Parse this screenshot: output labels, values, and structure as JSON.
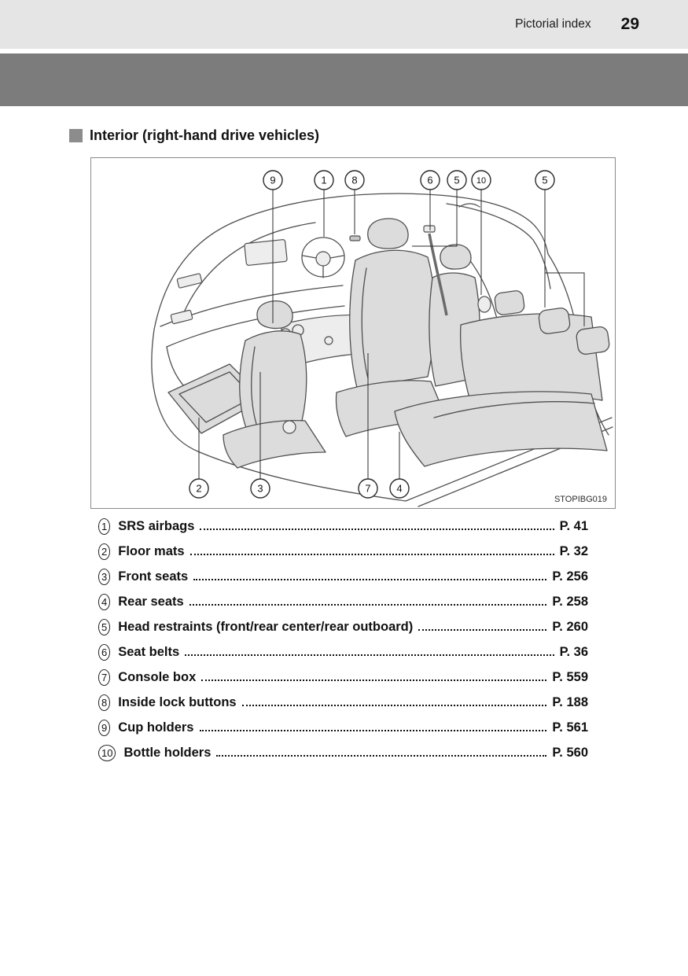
{
  "header": {
    "section_label": "Pictorial index",
    "page_number": "29"
  },
  "section": {
    "title": "Interior (right-hand drive vehicles)"
  },
  "figure": {
    "code": "STOPIBG019",
    "callouts": [
      {
        "label": "9"
      },
      {
        "label": "1"
      },
      {
        "label": "8"
      },
      {
        "label": "6"
      },
      {
        "label": "5"
      },
      {
        "label": "10"
      },
      {
        "label": "5"
      },
      {
        "label": "2"
      },
      {
        "label": "3"
      },
      {
        "label": "7"
      },
      {
        "label": "4"
      }
    ]
  },
  "index": {
    "items": [
      {
        "num": "1",
        "label": "SRS airbags",
        "page": "P. 41"
      },
      {
        "num": "2",
        "label": "Floor mats",
        "page": "P. 32"
      },
      {
        "num": "3",
        "label": "Front seats",
        "page": "P. 256"
      },
      {
        "num": "4",
        "label": "Rear seats",
        "page": "P. 258"
      },
      {
        "num": "5",
        "label": "Head restraints (front/rear center/rear outboard)",
        "page": "P. 260"
      },
      {
        "num": "6",
        "label": "Seat belts",
        "page": "P. 36"
      },
      {
        "num": "7",
        "label": "Console box",
        "page": "P. 559"
      },
      {
        "num": "8",
        "label": "Inside lock buttons",
        "page": "P. 188"
      },
      {
        "num": "9",
        "label": "Cup holders",
        "page": "P. 561"
      },
      {
        "num": "10",
        "label": "Bottle holders",
        "page": "P. 560"
      }
    ]
  }
}
